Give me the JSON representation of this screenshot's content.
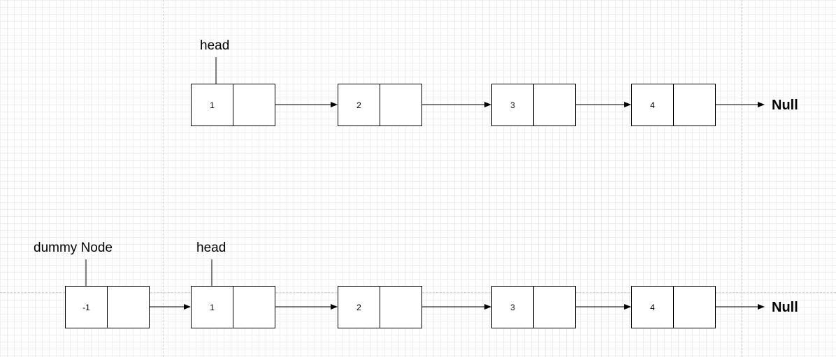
{
  "top_list": {
    "head_label": "head",
    "nodes": [
      {
        "value": "1"
      },
      {
        "value": "2"
      },
      {
        "value": "3"
      },
      {
        "value": "4"
      }
    ],
    "null_label": "Null"
  },
  "bottom_list": {
    "dummy_label": "dummy Node",
    "head_label": "head",
    "nodes": [
      {
        "value": "-1"
      },
      {
        "value": "1"
      },
      {
        "value": "2"
      },
      {
        "value": "3"
      },
      {
        "value": "4"
      }
    ],
    "null_label": "Null"
  }
}
